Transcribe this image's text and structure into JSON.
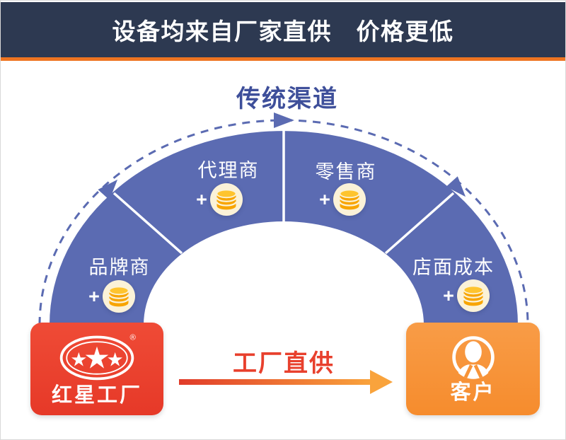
{
  "header": {
    "title": "设备均来自厂家直供　价格更低"
  },
  "channel": {
    "title": "传统渠道",
    "segments": [
      {
        "label": "品牌商",
        "plus": "+",
        "icon": "coin-stack-icon"
      },
      {
        "label": "代理商",
        "plus": "+",
        "icon": "coin-stack-icon"
      },
      {
        "label": "零售商",
        "plus": "+",
        "icon": "coin-stack-icon"
      },
      {
        "label": "店面成本",
        "plus": "+",
        "icon": "coin-stack-icon"
      }
    ]
  },
  "factory": {
    "name": "红星工厂",
    "registered_mark": "®",
    "icon": "three-stars-ellipse-logo"
  },
  "customer": {
    "name": "客户",
    "icon": "person-icon"
  },
  "direct": {
    "label": "工厂直供",
    "icon": "right-arrow-icon"
  },
  "colors": {
    "header_bg": "#2d3951",
    "accent_orange": "#ee7421",
    "ring_blue": "#5b6bb2",
    "channel_title_blue": "#3e4f9a",
    "coin_gold": "#f8a500",
    "coin_top_gold": "#fec42e",
    "coin_circle_bg": "#fbf2d8",
    "factory_red": "#e74232",
    "customer_orange": "#f79439",
    "direct_red": "#e8402d"
  }
}
